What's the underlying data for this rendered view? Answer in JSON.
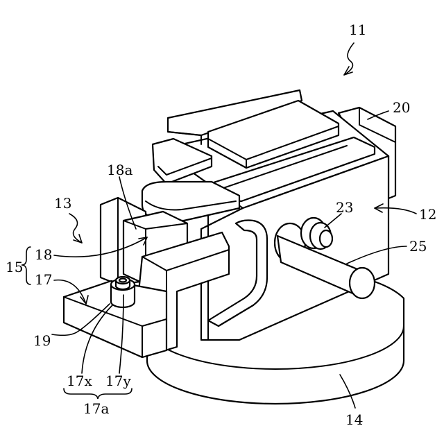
{
  "figure": {
    "labels": {
      "l11": "11",
      "l20": "20",
      "l12": "12",
      "l13": "13",
      "l18a": "18a",
      "l23": "23",
      "l25": "25",
      "l15": "15",
      "l18": "18",
      "l17": "17",
      "l19": "19",
      "l17x": "17x",
      "l17y": "17y",
      "l17a": "17a",
      "l14": "14"
    }
  }
}
